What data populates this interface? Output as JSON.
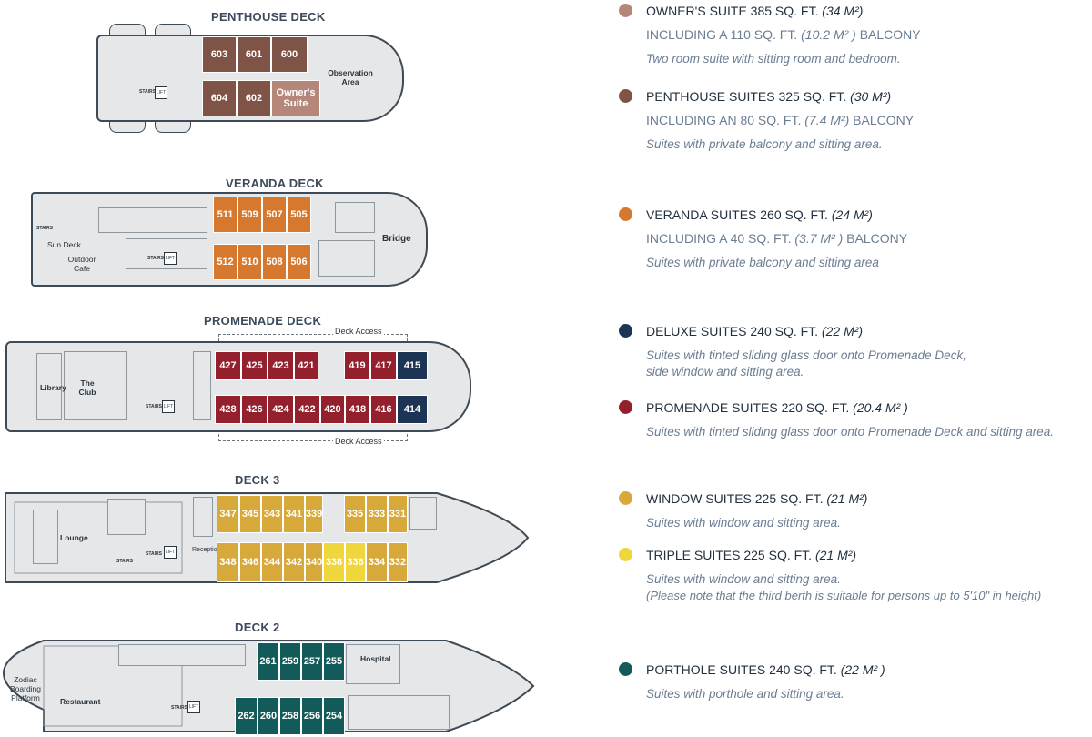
{
  "decks": {
    "penthouse": {
      "title": "PENTHOUSE DECK",
      "labels": {
        "observation": "Observation Area",
        "stairs": "STAIRS",
        "lift": "LIFT"
      },
      "cabins": [
        {
          "num": "603",
          "type": "penthouse"
        },
        {
          "num": "601",
          "type": "penthouse"
        },
        {
          "num": "600",
          "type": "penthouse"
        },
        {
          "num": "604",
          "type": "penthouse"
        },
        {
          "num": "602",
          "type": "penthouse"
        },
        {
          "num": "Owner's Suite",
          "type": "owners"
        }
      ]
    },
    "veranda": {
      "title": "VERANDA DECK",
      "labels": {
        "sun_deck": "Sun Deck",
        "outdoor_cafe": "Outdoor Cafe",
        "bridge": "Bridge",
        "stairs": "STAIRS",
        "stairs2": "STAIRS",
        "lift": "LIFT"
      },
      "cabins": [
        {
          "num": "511",
          "type": "veranda"
        },
        {
          "num": "509",
          "type": "veranda"
        },
        {
          "num": "507",
          "type": "veranda"
        },
        {
          "num": "505",
          "type": "veranda"
        },
        {
          "num": "512",
          "type": "veranda"
        },
        {
          "num": "510",
          "type": "veranda"
        },
        {
          "num": "508",
          "type": "veranda"
        },
        {
          "num": "506",
          "type": "veranda"
        }
      ]
    },
    "promenade": {
      "title": "PROMENADE DECK",
      "labels": {
        "deck_access_top": "Deck Access",
        "deck_access_bottom": "Deck Access",
        "library": "Library",
        "the_club": "The Club",
        "stairs": "STAIRS",
        "lift": "LIFT"
      },
      "cabins": [
        {
          "num": "427",
          "type": "promenade"
        },
        {
          "num": "425",
          "type": "promenade"
        },
        {
          "num": "423",
          "type": "promenade"
        },
        {
          "num": "421",
          "type": "promenade"
        },
        {
          "num": "419",
          "type": "promenade"
        },
        {
          "num": "417",
          "type": "promenade"
        },
        {
          "num": "415",
          "type": "deluxe"
        },
        {
          "num": "428",
          "type": "promenade"
        },
        {
          "num": "426",
          "type": "promenade"
        },
        {
          "num": "424",
          "type": "promenade"
        },
        {
          "num": "422",
          "type": "promenade"
        },
        {
          "num": "420",
          "type": "promenade"
        },
        {
          "num": "418",
          "type": "promenade"
        },
        {
          "num": "416",
          "type": "promenade"
        },
        {
          "num": "414",
          "type": "deluxe"
        }
      ]
    },
    "deck3": {
      "title": "DECK 3",
      "labels": {
        "lounge": "Lounge",
        "reception": "Reception",
        "stairs": "STAIRS",
        "stairs2": "STAIRS",
        "lift": "LIFT"
      },
      "cabins": [
        {
          "num": "347",
          "type": "window"
        },
        {
          "num": "345",
          "type": "window"
        },
        {
          "num": "343",
          "type": "window"
        },
        {
          "num": "341",
          "type": "window"
        },
        {
          "num": "339",
          "type": "window"
        },
        {
          "num": "335",
          "type": "window"
        },
        {
          "num": "333",
          "type": "window"
        },
        {
          "num": "331",
          "type": "window"
        },
        {
          "num": "348",
          "type": "window"
        },
        {
          "num": "346",
          "type": "window"
        },
        {
          "num": "344",
          "type": "window"
        },
        {
          "num": "342",
          "type": "window"
        },
        {
          "num": "340",
          "type": "window"
        },
        {
          "num": "338",
          "type": "triple"
        },
        {
          "num": "336",
          "type": "triple"
        },
        {
          "num": "334",
          "type": "window"
        },
        {
          "num": "332",
          "type": "window"
        }
      ]
    },
    "deck2": {
      "title": "DECK 2",
      "labels": {
        "zodiac": "Zodiac Boarding Platform",
        "restaurant": "Restaurant",
        "hospital": "Hospital",
        "stairs": "STAIRS",
        "lift": "LIFT"
      },
      "cabins": [
        {
          "num": "261",
          "type": "porthole"
        },
        {
          "num": "259",
          "type": "porthole"
        },
        {
          "num": "257",
          "type": "porthole"
        },
        {
          "num": "255",
          "type": "porthole"
        },
        {
          "num": "262",
          "type": "porthole"
        },
        {
          "num": "260",
          "type": "porthole"
        },
        {
          "num": "258",
          "type": "porthole"
        },
        {
          "num": "256",
          "type": "porthole"
        },
        {
          "num": "254",
          "type": "porthole"
        }
      ]
    }
  },
  "colors": {
    "owners": "#b5877a",
    "penthouse": "#805347",
    "veranda": "#d6792f",
    "deluxe": "#1d3554",
    "promenade": "#941f2d",
    "window": "#d6a93a",
    "triple": "#eed63c",
    "porthole": "#135b5b"
  },
  "legend": [
    {
      "key": "owners",
      "title": "OWNER'S SUITE 385 SQ. FT.",
      "title_metric": "(34 M²)",
      "sub": "INCLUDING A 110 SQ. FT.",
      "sub_metric": "(10.2 M² )",
      "sub_tail": "BALCONY",
      "desc": "Two room suite with sitting room and bedroom."
    },
    {
      "key": "penthouse",
      "title": "PENTHOUSE SUITES 325 SQ. FT.",
      "title_metric": "(30 M²)",
      "sub": "INCLUDING AN 80 SQ. FT.",
      "sub_metric": "(7.4 M²)",
      "sub_tail": "BALCONY",
      "desc": "Suites with private balcony and sitting area."
    },
    {
      "key": "veranda",
      "title": "VERANDA SUITES 260 SQ. FT.",
      "title_metric": "(24 M²)",
      "sub": "INCLUDING A 40 SQ. FT.",
      "sub_metric": "(3.7 M² )",
      "sub_tail": "BALCONY",
      "desc": "Suites with private balcony and sitting area"
    },
    {
      "key": "deluxe",
      "title": "DELUXE SUITES 240 SQ. FT.",
      "title_metric": "(22 M²)",
      "desc": "Suites with tinted sliding glass door onto Promenade Deck,",
      "desc2": "side window and sitting area."
    },
    {
      "key": "promenade",
      "title": "PROMENADE SUITES 220 SQ. FT.",
      "title_metric": "(20.4 M² )",
      "desc": "Suites with tinted sliding glass door onto Promenade Deck and sitting area."
    },
    {
      "key": "window",
      "title": "WINDOW SUITES 225 SQ. FT.",
      "title_metric": "(21 M²)",
      "desc": "Suites with window and sitting area."
    },
    {
      "key": "triple",
      "title": "TRIPLE SUITES 225 SQ. FT.",
      "title_metric": "(21 M²)",
      "desc": "Suites with window and sitting area.",
      "desc2": "(Please note that the third berth is suitable for persons up to 5'10\" in height)"
    },
    {
      "key": "porthole",
      "title": "PORTHOLE SUITES 240 SQ. FT.",
      "title_metric": "(22 M² )",
      "desc": "Suites with porthole and sitting area."
    }
  ]
}
